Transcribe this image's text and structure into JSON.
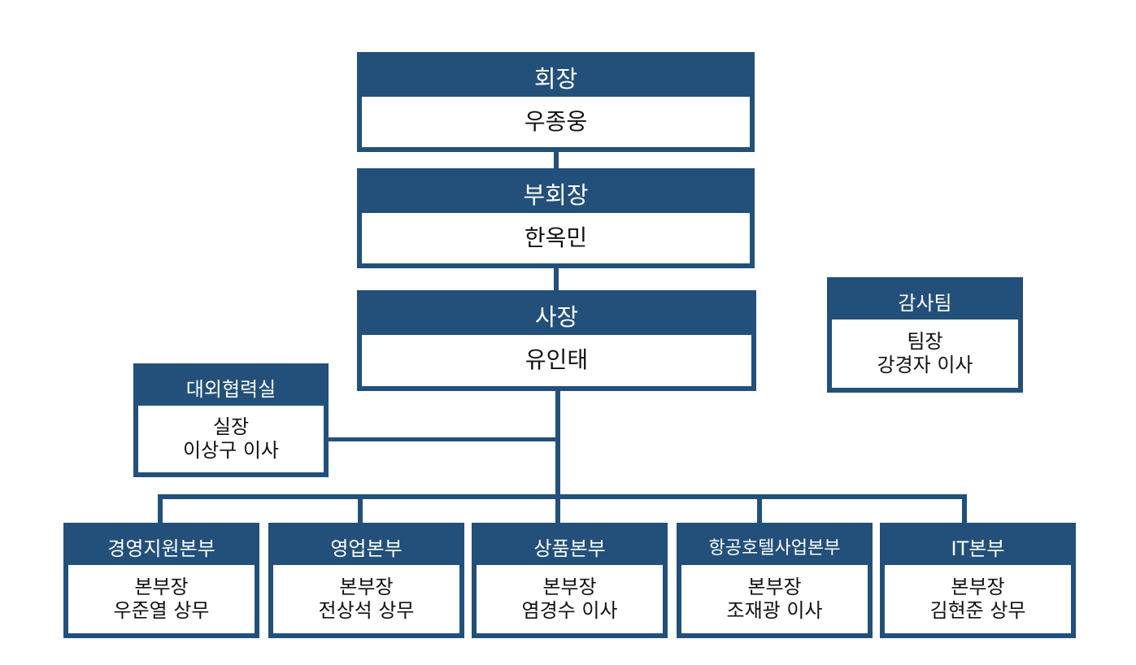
{
  "colors": {
    "accent": "#22507a",
    "text": "#111111",
    "background": "#ffffff"
  },
  "chairman": {
    "title": "회장",
    "lines": [
      "우종웅"
    ]
  },
  "vice_chairman": {
    "title": "부회장",
    "lines": [
      "한옥민"
    ]
  },
  "president": {
    "title": "사장",
    "lines": [
      "유인태"
    ]
  },
  "audit": {
    "title": "감사팀",
    "lines": [
      "팀장",
      "강경자 이사"
    ]
  },
  "external": {
    "title": "대외협력실",
    "lines": [
      "실장",
      "이상구 이사"
    ]
  },
  "divisions": [
    {
      "title": "경영지원본부",
      "lines": [
        "본부장",
        "우준열 상무"
      ]
    },
    {
      "title": "영업본부",
      "lines": [
        "본부장",
        "전상석 상무"
      ]
    },
    {
      "title": "상품본부",
      "lines": [
        "본부장",
        "염경수 이사"
      ]
    },
    {
      "title": "항공호텔사업본부",
      "lines": [
        "본부장",
        "조재광 이사"
      ]
    },
    {
      "title": "IT본부",
      "lines": [
        "본부장",
        "김현준 상무"
      ]
    }
  ]
}
